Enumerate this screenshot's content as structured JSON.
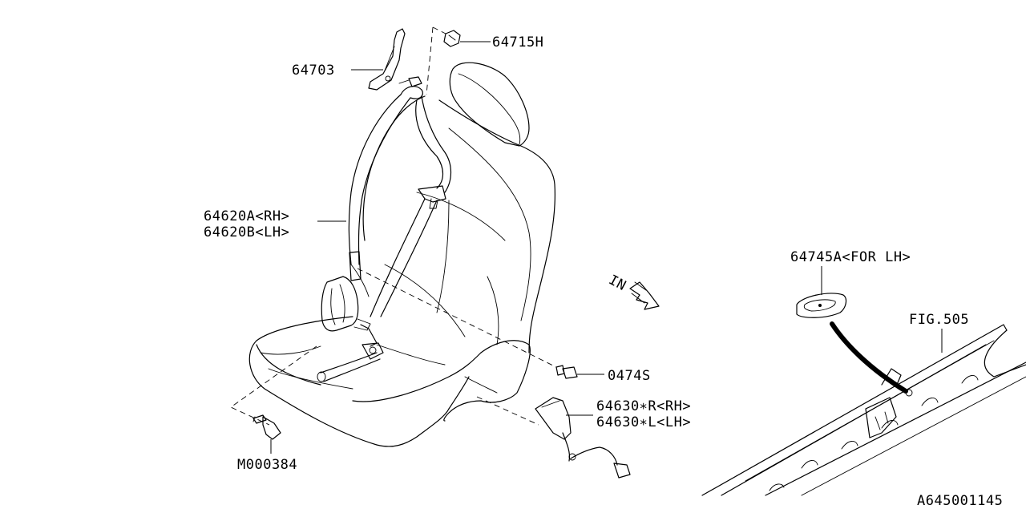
{
  "callouts": {
    "bracket_64715": "64715H",
    "anchor_64703": "64703",
    "belt_rh": "64620A<RH>",
    "belt_lh": "64620B<LH>",
    "bolt_0474": "0474S",
    "buckle_rh": "64630∗R<RH>",
    "buckle_lh": "64630∗L<LH>",
    "bolt_m000384": "M000384",
    "grommet_64745": "64745A<FOR LH>",
    "fig_ref": "FIG.505"
  },
  "direction_arrow": "IN",
  "diagram_id": "A645001145"
}
